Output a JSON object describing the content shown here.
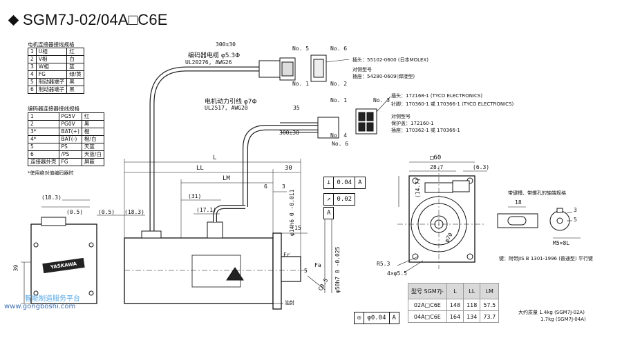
{
  "title": "SGM7J-02/04A□C6E",
  "motor_table": {
    "caption": "电机连接器接线规格",
    "rows": [
      [
        "1",
        "U相",
        "红"
      ],
      [
        "2",
        "V相",
        "白"
      ],
      [
        "3",
        "W相",
        "蓝"
      ],
      [
        "4",
        "FG",
        "绿/黄"
      ],
      [
        "5",
        "制动器端子",
        "黑"
      ],
      [
        "6",
        "制动器端子",
        "黑"
      ]
    ]
  },
  "encoder_table": {
    "caption": "编码器连接器接线规格",
    "rows": [
      [
        "1",
        "PG5V",
        "红"
      ],
      [
        "2",
        "PG0V",
        "黑"
      ],
      [
        "3*",
        "BAT(+)",
        "橙"
      ],
      [
        "4*",
        "BAT(-)",
        "橙/白"
      ],
      [
        "5",
        "PS",
        "天蓝"
      ],
      [
        "6",
        "/PS",
        "天蓝/白"
      ],
      [
        "连接器外壳",
        "FG",
        "屏蔽"
      ]
    ],
    "note": "*使用绝对值编码器时"
  },
  "labels": {
    "encoder_cable": "编码器电缆 φ5.3Φ",
    "encoder_cable_spec": "UL20276, AWG26",
    "power_cable": "电机动力引线 φ7Φ",
    "power_cable_spec": "UL2517, AWG20",
    "enc_plug": "插头：55102-0600 (日本MOLEX)",
    "enc_mating": "对侧型号",
    "enc_socket": "插座：54280-0609(焊接型)",
    "pow_plug": "插头：172168-1 (TYCO ELECTRONICS)",
    "pow_pin": "针脚：170360-1 或 170366-1 (TYCO ELECTRONICS)",
    "pow_mating": "对侧型号",
    "pow_cover": "保护盖：172160-1",
    "pow_socket": "插座：170362-1 或 170366-1",
    "keyway": "带键槽、带螺孔的轴端规格",
    "key_note": "键：附带JIS B 1301-1996 (普通型) 平行键",
    "seal": "油封",
    "brand": "YASKAWA",
    "watermark": "智能制造服务平台",
    "site": "www.gongboshi.com"
  },
  "pins": {
    "no1": "No. 1",
    "no2": "No. 2",
    "no3": "No. 3",
    "no4": "No. 4",
    "no5": "No. 5",
    "no6": "No. 6"
  },
  "dims": {
    "d300a": "300±30",
    "d300b": "300±30",
    "d35": "35",
    "L": "L",
    "LL": "LL",
    "LM": "LM",
    "d30": "30",
    "d183": "(18.3)",
    "d183b": "(18.3)",
    "d05": "(0.5)",
    "d05b": "(0.5)",
    "d31": "(31)",
    "d171": "(17.1)",
    "d6": "6",
    "d3": "3",
    "d15": "15",
    "d39": "39",
    "d60": "□60",
    "d287": "28.7",
    "d63": "(6.3)",
    "d147": "(14.7)",
    "r53": "R5.3",
    "d55": "4×φ5.5",
    "d70": "φ70",
    "d14": "φ14h6 0 -0.011",
    "d50": "φ50h7 0 -0.025",
    "c05": "C0.5",
    "fa": "Fa",
    "fr": "Fr",
    "d5": "5",
    "k18": "18",
    "k3": "3",
    "k5": "5",
    "m5": "M5×8L"
  },
  "tolerances": {
    "perp": [
      "⊥",
      "0.04",
      "A"
    ],
    "runout": [
      "↗",
      "0.02"
    ],
    "datum": "A",
    "concentric": [
      "◎",
      "φ0.04",
      "A"
    ]
  },
  "models": {
    "header": [
      "型号 SGM7J-",
      "L",
      "LL",
      "LM"
    ],
    "rows": [
      [
        "02A□C6E",
        "148",
        "118",
        "57.5"
      ],
      [
        "04A□C6E",
        "164",
        "134",
        "73.7"
      ]
    ]
  },
  "mass": {
    "line1": "大约质量 1.4kg (SGM7J-02A)",
    "line2": "1.7kg (SGM7J-04A)"
  }
}
